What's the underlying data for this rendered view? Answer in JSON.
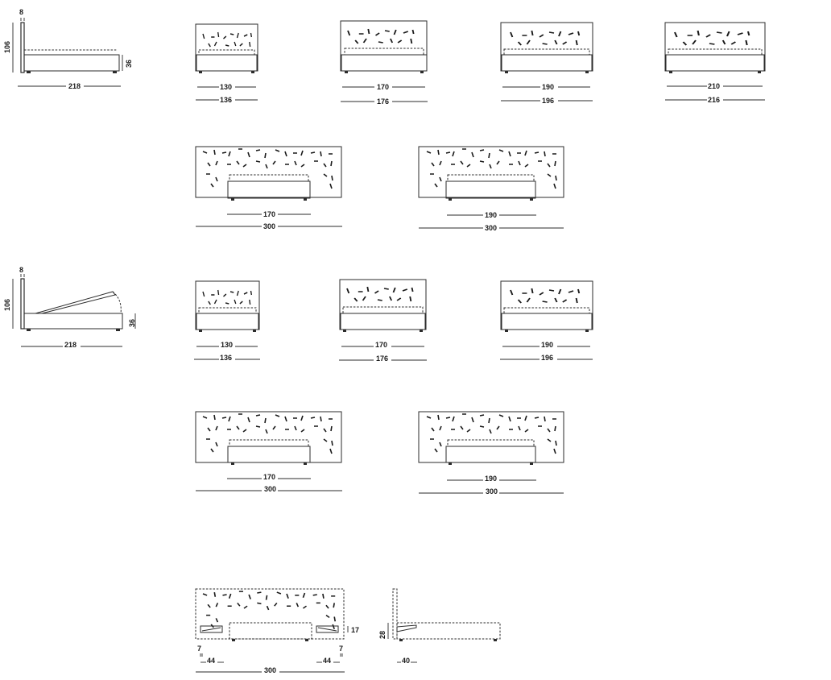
{
  "side_views": {
    "fixed": {
      "headboard_thickness": "8",
      "height": "106",
      "base_height": "36",
      "length": "218"
    },
    "storage": {
      "headboard_thickness": "8",
      "height": "106",
      "base_height": "36",
      "length": "218"
    }
  },
  "fixed_fronts": [
    {
      "inner": "130",
      "outer": "136"
    },
    {
      "inner": "170",
      "outer": "176"
    },
    {
      "inner": "190",
      "outer": "196"
    },
    {
      "inner": "210",
      "outer": "216"
    }
  ],
  "fixed_wide": [
    {
      "inner": "170",
      "outer": "300"
    },
    {
      "inner": "190",
      "outer": "300"
    }
  ],
  "storage_fronts": [
    {
      "inner": "130",
      "outer": "136"
    },
    {
      "inner": "170",
      "outer": "176"
    },
    {
      "inner": "190",
      "outer": "196"
    }
  ],
  "storage_wide": [
    {
      "inner": "170",
      "outer": "300"
    },
    {
      "inner": "190",
      "outer": "300"
    }
  ],
  "nightstand_front": {
    "left_thickness": "7",
    "right_thickness": "7",
    "left_width": "44",
    "right_width": "44",
    "total": "300",
    "height": "17"
  },
  "nightstand_side": {
    "height": "28",
    "depth": "40"
  }
}
